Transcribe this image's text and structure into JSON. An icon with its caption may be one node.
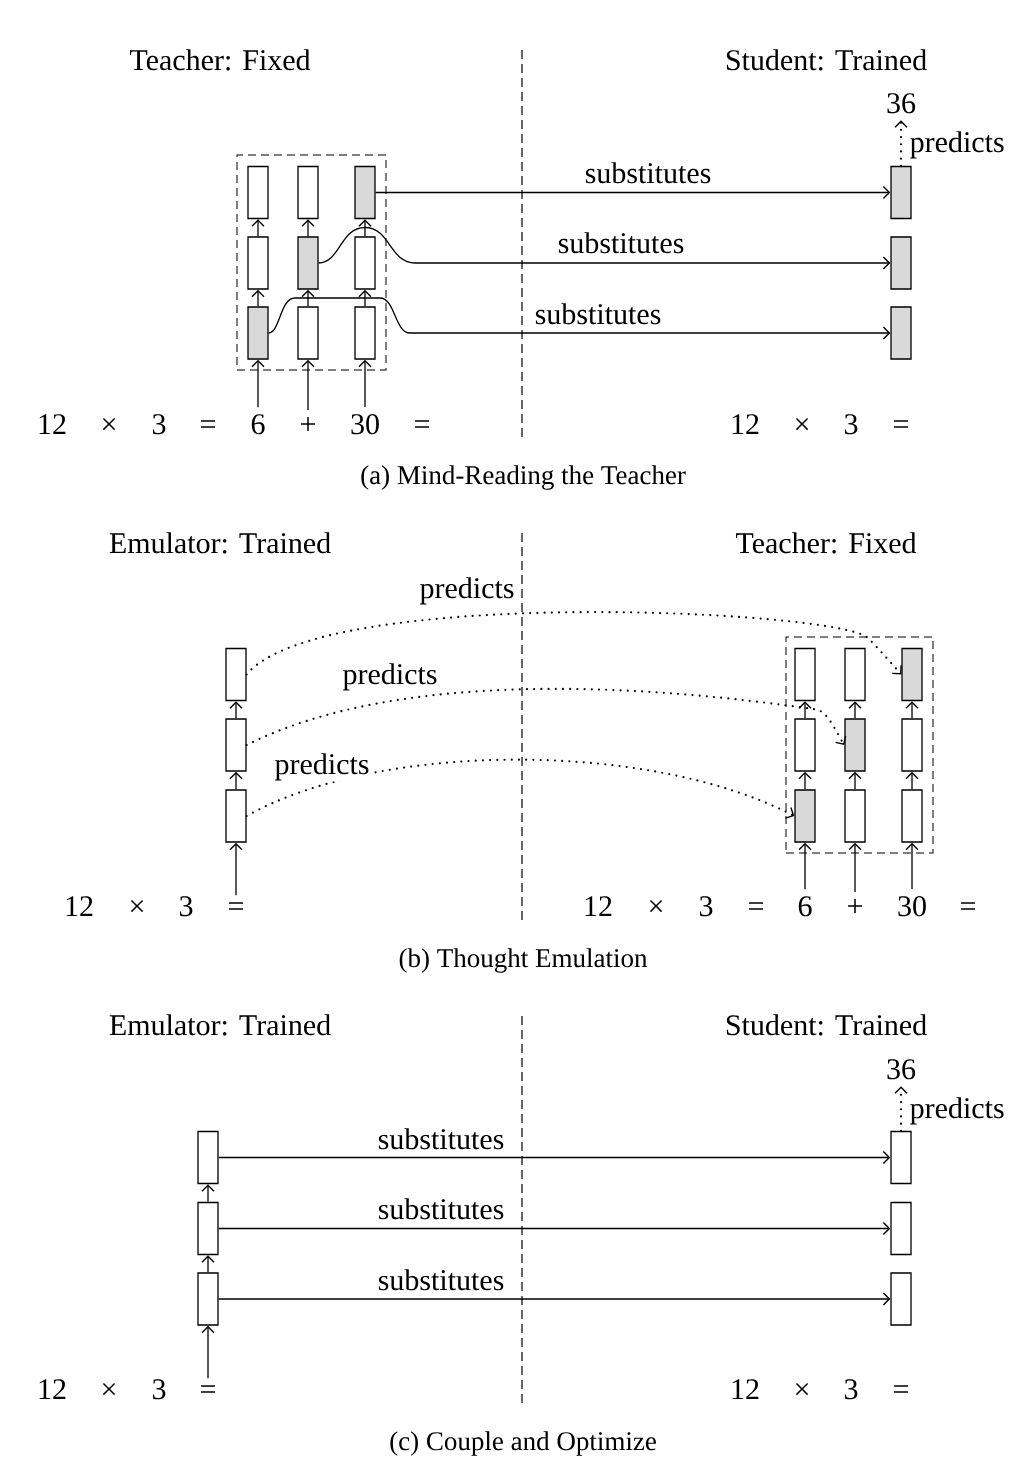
{
  "diagram": {
    "nodes": [
      {
        "text": [],
        "shape": "box"
      },
      {
        "text": [],
        "shape": "box",
        "in": 0
      },
      {
        "text": [],
        "shape": "box",
        "in": 0
      },
      {
        "text": [],
        "shape": "box",
        "in": 0
      },
      {
        "text": [],
        "shape": "box",
        "in": 0
      },
      {
        "text": [],
        "shape": "box",
        "in": 0
      },
      {
        "text": [],
        "shape": "box",
        "in": 0
      },
      {
        "text": [],
        "shape": "box",
        "in": 0
      },
      {
        "text": [],
        "shape": "box",
        "in": 0
      },
      {
        "text": [],
        "shape": "box",
        "in": 0
      },
      {
        "text": [
          "36"
        ]
      },
      {
        "text": [],
        "shape": "box"
      },
      {
        "text": [],
        "shape": "box"
      },
      {
        "text": [],
        "shape": "box"
      },
      {
        "text": [
          "6"
        ]
      },
      {
        "text": [
          "+"
        ]
      },
      {
        "text": [
          "30"
        ]
      },
      {
        "text": [],
        "shape": "box"
      },
      {
        "text": [],
        "shape": "box"
      },
      {
        "text": [],
        "shape": "box"
      },
      {
        "text": [],
        "shape": "box"
      },
      {
        "text": [],
        "shape": "box",
        "in": 20
      },
      {
        "text": [],
        "shape": "box",
        "in": 20
      },
      {
        "text": [],
        "shape": "box",
        "in": 20
      },
      {
        "text": [],
        "shape": "box",
        "in": 20
      },
      {
        "text": [],
        "shape": "box",
        "in": 20
      },
      {
        "text": [],
        "shape": "box",
        "in": 20
      },
      {
        "text": [],
        "shape": "box",
        "in": 20
      },
      {
        "text": [],
        "shape": "box",
        "in": 20
      },
      {
        "text": [],
        "shape": "box",
        "in": 20
      },
      {
        "text": [
          "="
        ]
      },
      {
        "text": [
          "6"
        ]
      },
      {
        "text": [
          "+"
        ]
      },
      {
        "text": [
          "30"
        ]
      },
      {
        "text": [],
        "shape": "box"
      },
      {
        "text": [],
        "shape": "box"
      },
      {
        "text": [],
        "shape": "box"
      },
      {
        "text": [
          "36"
        ]
      },
      {
        "text": [],
        "shape": "box"
      },
      {
        "text": [],
        "shape": "box"
      },
      {
        "text": [],
        "shape": "box"
      },
      {
        "text": [
          "="
        ]
      }
    ],
    "edges": [
      {
        "from": 14,
        "to": 7,
        "arrow": "to"
      },
      {
        "from": 15,
        "to": 8,
        "arrow": "to"
      },
      {
        "from": 16,
        "to": 9,
        "arrow": "to"
      },
      {
        "from": 7,
        "to": 4,
        "arrow": "to"
      },
      {
        "from": 4,
        "to": 1,
        "arrow": "to"
      },
      {
        "from": 8,
        "to": 5,
        "arrow": "to"
      },
      {
        "from": 5,
        "to": 2,
        "arrow": "to"
      },
      {
        "from": 9,
        "to": 6,
        "arrow": "to"
      },
      {
        "from": 6,
        "to": 3,
        "arrow": "to"
      },
      {
        "from": 3,
        "to": 11,
        "arrow": "to",
        "label": "substitutes"
      },
      {
        "from": 5,
        "to": 12,
        "arrow": "to",
        "label": "substitutes"
      },
      {
        "from": 7,
        "to": 13,
        "arrow": "to",
        "label": "substitutes"
      },
      {
        "from": 11,
        "to": 10,
        "arrow": "to",
        "label": "predicts",
        "style": "dashed"
      },
      {
        "from": 30,
        "to": 19,
        "arrow": "to"
      },
      {
        "from": 19,
        "to": 18,
        "arrow": "to"
      },
      {
        "from": 18,
        "to": 17,
        "arrow": "to"
      },
      {
        "from": 31,
        "to": 27,
        "arrow": "to"
      },
      {
        "from": 32,
        "to": 28,
        "arrow": "to"
      },
      {
        "from": 33,
        "to": 29,
        "arrow": "to"
      },
      {
        "from": 27,
        "to": 24,
        "arrow": "to"
      },
      {
        "from": 24,
        "to": 21,
        "arrow": "to"
      },
      {
        "from": 28,
        "to": 25,
        "arrow": "to"
      },
      {
        "from": 25,
        "to": 22,
        "arrow": "to"
      },
      {
        "from": 29,
        "to": 26,
        "arrow": "to"
      },
      {
        "from": 26,
        "to": 23,
        "arrow": "to"
      },
      {
        "from": 17,
        "to": 23,
        "arrow": "to",
        "label": "predicts",
        "style": "dashed"
      },
      {
        "from": 18,
        "to": 25,
        "arrow": "to",
        "label": "predicts",
        "style": "dashed"
      },
      {
        "from": 19,
        "to": 27,
        "arrow": "to",
        "label": "predicts",
        "style": "dashed"
      },
      {
        "from": 41,
        "to": 36,
        "arrow": "to"
      },
      {
        "from": 36,
        "to": 35,
        "arrow": "to"
      },
      {
        "from": 35,
        "to": 34,
        "arrow": "to"
      },
      {
        "from": 34,
        "to": 38,
        "arrow": "to",
        "label": "substitutes"
      },
      {
        "from": 35,
        "to": 39,
        "arrow": "to",
        "label": "substitutes"
      },
      {
        "from": 36,
        "to": 40,
        "arrow": "to",
        "label": "substitutes"
      },
      {
        "from": 38,
        "to": 37,
        "arrow": "to",
        "label": "predicts",
        "style": "dashed"
      }
    ],
    "labels": [
      "Teacher: Fixed",
      "Student: Trained",
      "12",
      "×",
      "3",
      "=",
      "=",
      "12",
      "×",
      "3",
      "=",
      "(a) Mind-Reading the Teacher",
      "Emulator: Trained",
      "Teacher: Fixed",
      "12",
      "×",
      "3",
      "12",
      "×",
      "3",
      "=",
      "=",
      "(b) Thought Emulation",
      "Emulator: Trained",
      "Student: Trained",
      "12",
      "×",
      "3",
      "12",
      "×",
      "3",
      "=",
      "(c) Couple and Optimize"
    ]
  }
}
